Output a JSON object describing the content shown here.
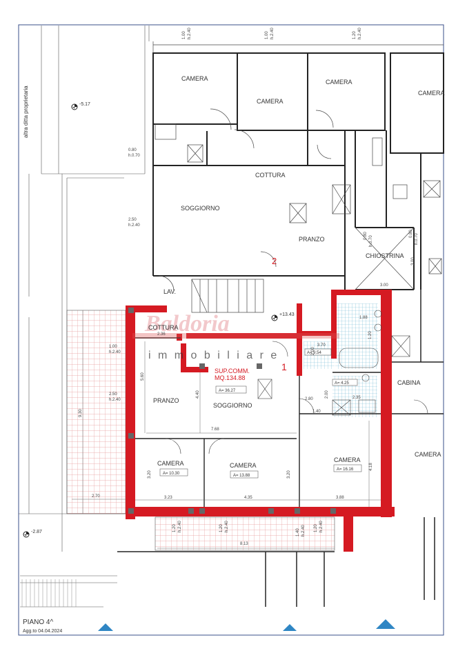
{
  "colors": {
    "wall": "#222222",
    "unit_wall": "#d51a22",
    "terrace_grid": "#e79a9a",
    "tile_grid": "#6fb7d2",
    "title_red": "#c8202a",
    "frame_blue": "#3a4f8a",
    "triangle_blue": "#2f86c4"
  },
  "labels": {
    "neighbor": "altra ditta proprietaria",
    "level_top": "-5.17",
    "level_bottom": "-2.87",
    "level_stair": "+13.43",
    "sup_line1": "SUP.COMM.",
    "sup_line2": "MQ.134.88",
    "marker_1": "1",
    "marker_2": "2",
    "floor": "PIANO 4^",
    "updated": "Agg.to 04.04.2024"
  },
  "watermark": {
    "line1": "Baldoria",
    "line2": "i m m o b i l i a r e"
  },
  "rooms_upper": [
    {
      "key": "camera_a",
      "label": "CAMERA"
    },
    {
      "key": "camera_b",
      "label": "CAMERA"
    },
    {
      "key": "camera_c",
      "label": "CAMERA"
    },
    {
      "key": "camera_d",
      "label": "CAMERA"
    },
    {
      "key": "cottura",
      "label": "COTTURA"
    },
    {
      "key": "soggiorno",
      "label": "SOGGIORNO"
    },
    {
      "key": "pranzo",
      "label": "PRANZO"
    },
    {
      "key": "chiostrina",
      "label": "CHIOSTRINA"
    },
    {
      "key": "lav",
      "label": "LAV."
    }
  ],
  "rooms_unit": [
    {
      "key": "cottura",
      "label": "COTTURA"
    },
    {
      "key": "pranzo",
      "label": "PRANZO"
    },
    {
      "key": "soggiorno",
      "label": "SOGGIORNO"
    },
    {
      "key": "camera_1",
      "label": "CAMERA"
    },
    {
      "key": "camera_2",
      "label": "CAMERA"
    },
    {
      "key": "camera_3",
      "label": "CAMERA"
    },
    {
      "key": "camera_4",
      "label": "CAMERA"
    },
    {
      "key": "cabina",
      "label": "CABINA"
    }
  ],
  "areas": {
    "soggiorno": "A= 36.27",
    "camera_1": "A= 10.30",
    "camera_2": "A= 13.88",
    "camera_3": "A= 16.16",
    "bath_1": "A= 9.54",
    "bath_2": "A= 4.25"
  },
  "dims": {
    "d_100_a": "1.00",
    "d_h240_a": "h.2.40",
    "d_100_b": "1.00",
    "d_h240_b": "h.2.40",
    "d_120": "1.20",
    "d_h240_c": "h.2.40",
    "d_080": "0.80",
    "d_h070": "h.0.70",
    "d_250": "2.50",
    "d_h240_d": "h.2.40",
    "d_080b": "0.80",
    "d_h070b": "h.0.70",
    "d_080c": "0.80",
    "d_h070c": "h.0.70",
    "d_300": "3.00",
    "d_300b": "3.00",
    "d_236": "2.36",
    "d_100_e": "1.00",
    "d_h240_e": "h.2.40",
    "d_250_f": "2.50",
    "d_h240_f": "h.2.40",
    "d_930": "9.30",
    "d_560": "5.60",
    "d_440": "4.40",
    "d_768": "7.68",
    "d_270": "2.70",
    "d_323": "3.23",
    "d_435": "4.35",
    "d_388": "3.88",
    "d_320a": "3.20",
    "d_320b": "3.20",
    "d_418": "4.18",
    "d_813": "8.13",
    "d_188": "1.88",
    "d_120b": "1.20",
    "d_370": "3.70",
    "d_200": "2.00",
    "d_200b": "2.00",
    "d_280": "2.80",
    "d_140": "1.40",
    "d_235": "2.35",
    "d_120c": "1.20",
    "d_h240_g": "h.2.40",
    "d_120d": "1.20",
    "d_h240_h": "h.2.40",
    "d_140b": "1.40",
    "d_h240_i": "h.2.40",
    "d_120e": "1.20",
    "d_h240_j": "h.2.40"
  }
}
